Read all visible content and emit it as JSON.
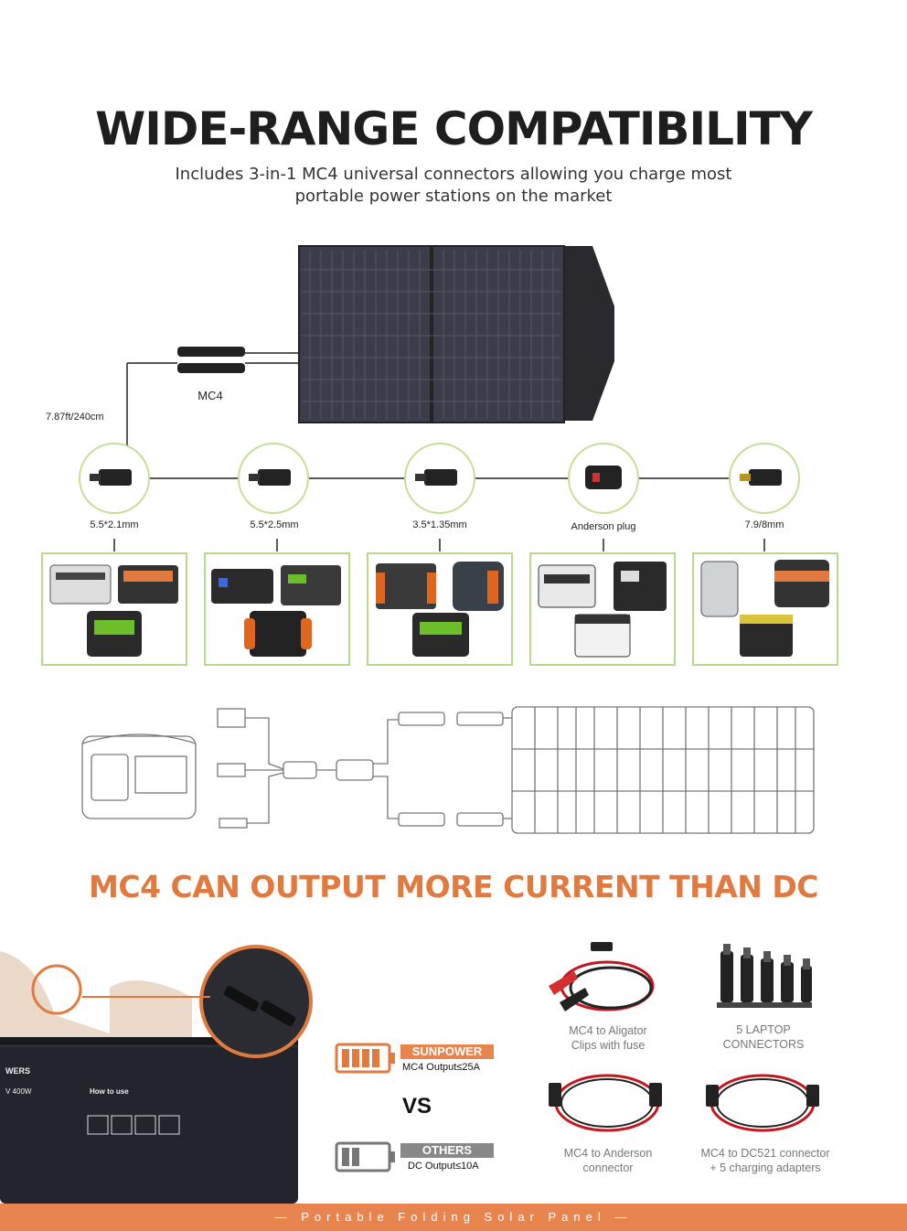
{
  "header": {
    "title": "WIDE-RANGE COMPATIBILITY",
    "subtitle_line1": "Includes 3-in-1 MC4 universal connectors allowing you charge most",
    "subtitle_line2": "portable power stations on the market"
  },
  "diagram": {
    "mc4_label": "MC4",
    "cable_length": "7.87ft/240cm",
    "connectors": [
      "5.5*2.1mm",
      "5.5*2.5mm",
      "3.5*1.35mm",
      "Anderson plug",
      "7.9/8mm"
    ]
  },
  "section2": {
    "heading": "MC4 CAN OUTPUT MORE CURRENT THAN DC"
  },
  "comparison": {
    "brand1": "SUNPOWER",
    "brand1_spec": "MC4 Output≤25A",
    "vs": "VS",
    "brand2": "OTHERS",
    "brand2_spec": "DC Output≤10A"
  },
  "accessories": [
    {
      "line1": "MC4 to Aligator",
      "line2": "Clips with fuse"
    },
    {
      "line1": "5 LAPTOP",
      "line2": "CONNECTORS"
    },
    {
      "line1": "MC4 to Anderson",
      "line2": "connector"
    },
    {
      "line1": "MC4 to DC521 connector",
      "line2": "+ 5 charging adapters"
    }
  ],
  "bag": {
    "brand": "WERS",
    "model": "V 400W",
    "how_to_use": "How to use"
  },
  "footer": {
    "text": "— Portable Folding Solar Panel —"
  },
  "colors": {
    "accent": "#e07a3f",
    "box_border": "#b9d98b",
    "panel": "#3b3d4a"
  }
}
